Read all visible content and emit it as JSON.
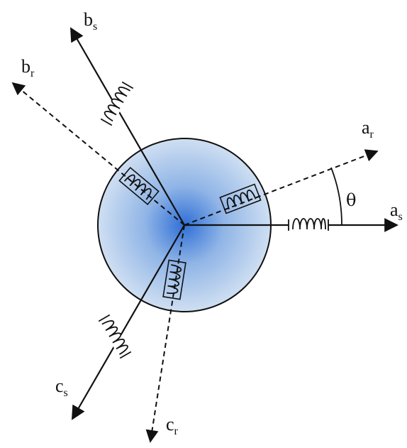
{
  "labels": {
    "a_s": {
      "base": "a",
      "sub": "s"
    },
    "b_s": {
      "base": "b",
      "sub": "s"
    },
    "c_s": {
      "base": "c",
      "sub": "s"
    },
    "a_r": {
      "base": "a",
      "sub": "r"
    },
    "b_r": {
      "base": "b",
      "sub": "r"
    },
    "c_r": {
      "base": "c",
      "sub": "r"
    },
    "angle": "θ"
  },
  "colors": {
    "rotor_center": "#2f6fd6",
    "rotor_mid": "#8fb4e6",
    "rotor_edge": "#cfdff2",
    "line": "#111111"
  }
}
